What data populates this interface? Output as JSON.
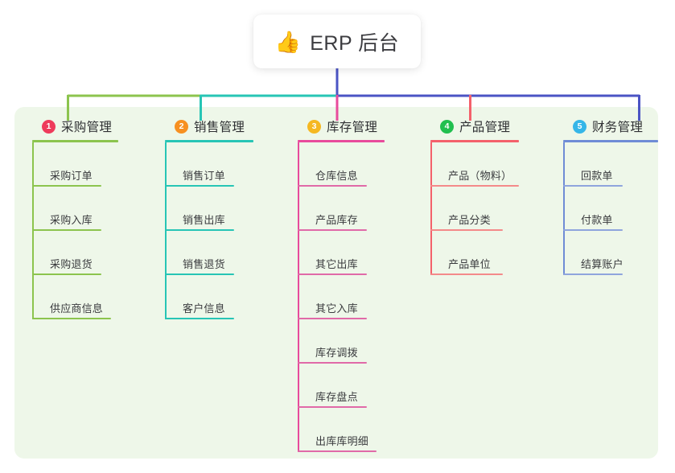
{
  "header": {
    "icon": "thumbs-up-icon",
    "icon_glyph": "👍",
    "title": "ERP 后台"
  },
  "theme": {
    "panel_bg": "#eef7e9",
    "page_bg": "#ffffff",
    "card_bg": "#ffffff",
    "title_color": "#3c3c40",
    "trunk_color": "#4b54c4"
  },
  "columns": [
    {
      "index": "1",
      "title": "采购管理",
      "badge_color": "#ee3b5b",
      "line_color": "#8cc44e",
      "rule_color": "#8cc44e",
      "items": [
        {
          "label": "采购订单",
          "rule_width": 86
        },
        {
          "label": "采购入库",
          "rule_width": 86
        },
        {
          "label": "采购退货",
          "rule_width": 86
        },
        {
          "label": "供应商信息",
          "rule_width": 98
        }
      ]
    },
    {
      "index": "2",
      "title": "销售管理",
      "badge_color": "#f79021",
      "line_color": "#27c5b5",
      "rule_color": "#27c5b5",
      "items": [
        {
          "label": "销售订单",
          "rule_width": 86
        },
        {
          "label": "销售出库",
          "rule_width": 86
        },
        {
          "label": "销售退货",
          "rule_width": 86
        },
        {
          "label": "客户信息",
          "rule_width": 86
        }
      ]
    },
    {
      "index": "3",
      "title": "库存管理",
      "badge_color": "#f5b821",
      "line_color": "#e84b9c",
      "rule_color": "#e06aa8",
      "items": [
        {
          "label": "仓库信息",
          "rule_width": 86
        },
        {
          "label": "产品库存",
          "rule_width": 86
        },
        {
          "label": "其它出库",
          "rule_width": 86
        },
        {
          "label": "其它入库",
          "rule_width": 86
        },
        {
          "label": "库存调拨",
          "rule_width": 86
        },
        {
          "label": "库存盘点",
          "rule_width": 86
        },
        {
          "label": "出库库明细",
          "rule_width": 98
        }
      ]
    },
    {
      "index": "4",
      "title": "产品管理",
      "badge_color": "#21bf4f",
      "line_color": "#f4616b",
      "rule_color": "#f48a8a",
      "items": [
        {
          "label": "产品（物料）",
          "rule_width": 110
        },
        {
          "label": "产品分类",
          "rule_width": 90
        },
        {
          "label": "产品单位",
          "rule_width": 90
        }
      ]
    },
    {
      "index": "5",
      "title": "财务管理",
      "badge_color": "#35b6e8",
      "line_color": "#6f8cd6",
      "rule_color": "#8fa5dd",
      "items": [
        {
          "label": "回款单",
          "rule_width": 74
        },
        {
          "label": "付款单",
          "rule_width": 74
        },
        {
          "label": "结算账户",
          "rule_width": 74
        }
      ]
    }
  ]
}
